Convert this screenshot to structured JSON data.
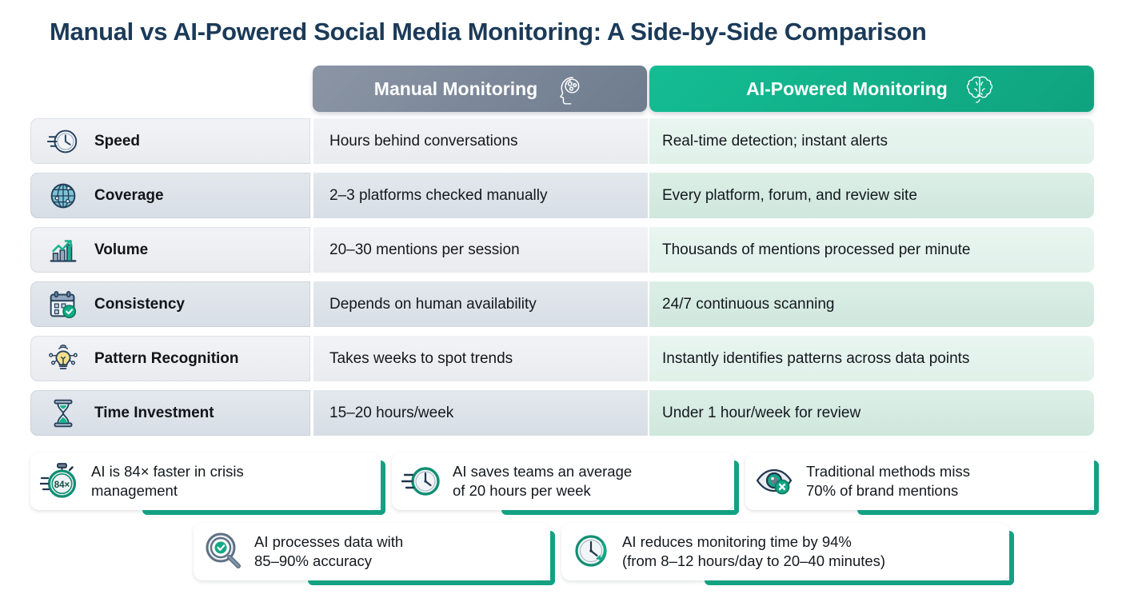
{
  "title": "Manual vs AI-Powered Social Media Monitoring: A Side-by-Side Comparison",
  "colors": {
    "title": "#1b3a58",
    "manual_header": "#7b8798",
    "ai_header": "#14bd93",
    "accent_green": "#14a183",
    "row_odd_gray": "#eceef1",
    "row_even_gray": "#dde3e9",
    "row_odd_green": "#e4f2ec",
    "row_even_green": "#d5e9e2"
  },
  "headers": {
    "manual": {
      "label": "Manual Monitoring",
      "icon": "head-gears-icon"
    },
    "ai": {
      "label": "AI-Powered Monitoring",
      "icon": "brain-icon"
    }
  },
  "rows": [
    {
      "icon": "clock-speed-icon",
      "label": "Speed",
      "manual": "Hours behind conversations",
      "ai": "Real-time detection; instant alerts"
    },
    {
      "icon": "globe-icon",
      "label": "Coverage",
      "manual": "2–3 platforms checked manually",
      "ai": "Every platform, forum, and review site"
    },
    {
      "icon": "bar-chart-growth-icon",
      "label": "Volume",
      "manual": "20–30 mentions per session",
      "ai": "Thousands of mentions processed per minute"
    },
    {
      "icon": "calendar-check-icon",
      "label": "Consistency",
      "manual": "Depends on human availability",
      "ai": "24/7 continuous scanning"
    },
    {
      "icon": "lightbulb-network-icon",
      "label": "Pattern Recognition",
      "manual": "Takes weeks to spot trends",
      "ai": "Instantly identifies patterns across data points"
    },
    {
      "icon": "hourglass-icon",
      "label": "Time Investment",
      "manual": "15–20 hours/week",
      "ai": "Under 1 hour/week for review"
    }
  ],
  "stat_cards": [
    {
      "icon": "stopwatch-84x-icon",
      "badge_value": "84×",
      "line1": "AI is 84× faster in crisis",
      "line2": "management"
    },
    {
      "icon": "fast-clock-icon",
      "line1": "AI saves teams an average",
      "line2": "of 20 hours per week"
    },
    {
      "icon": "eye-miss-icon",
      "line1": "Traditional methods miss",
      "line2": "70% of brand mentions"
    },
    {
      "icon": "magnifier-check-icon",
      "line1": "AI processes data with",
      "line2": "85–90% accuracy"
    },
    {
      "icon": "clock-rotate-icon",
      "line1": "AI reduces monitoring time by 94%",
      "line2": "(from 8–12 hours/day to 20–40 minutes)"
    }
  ]
}
